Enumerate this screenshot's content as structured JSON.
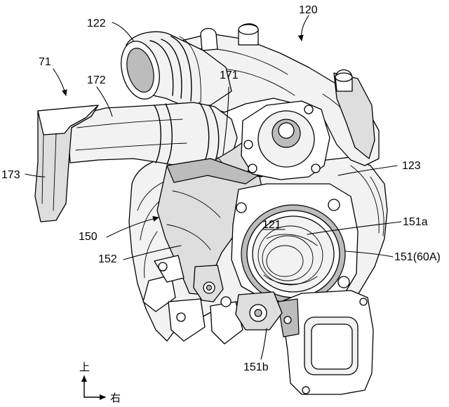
{
  "labels": {
    "l120": "120",
    "l122": "122",
    "l71": "71",
    "l172": "172",
    "l171": "171",
    "l173": "173",
    "l123": "123",
    "l150": "150",
    "l151a": "151a",
    "l121": "121",
    "l152": "152",
    "l151_60a": "151(60A)",
    "l151b": "151b"
  },
  "orientation": {
    "up": "上",
    "right": "右"
  }
}
